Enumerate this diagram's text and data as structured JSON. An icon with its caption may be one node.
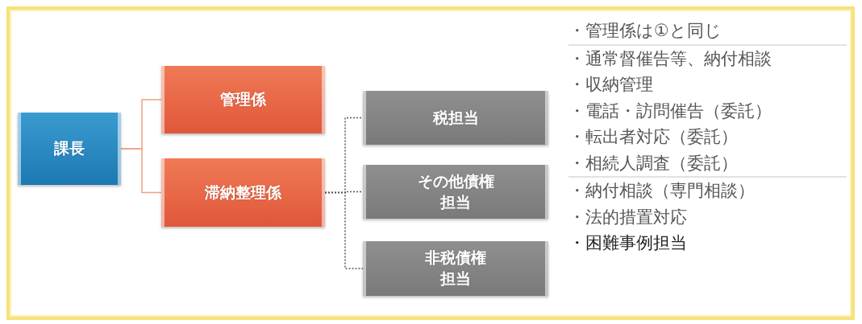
{
  "diagram": {
    "nodes": [
      {
        "text": [
          "課長"
        ]
      },
      {
        "text": [
          "管理係"
        ]
      },
      {
        "text": [
          "滞納整理係"
        ]
      },
      {
        "text": [
          "税担当"
        ]
      },
      {
        "text": [
          "その他債権担当"
        ]
      },
      {
        "text": [
          "非税債権担当"
        ]
      }
    ],
    "edges": [
      {
        "from": 0,
        "to": 1,
        "arrow": "none",
        "color": "#f0a080"
      },
      {
        "from": 0,
        "to": 2,
        "arrow": "none",
        "color": "#f0a080"
      },
      {
        "from": 2,
        "to": 3,
        "arrow": "none",
        "style": "dashed"
      },
      {
        "from": 2,
        "to": 4,
        "arrow": "none",
        "style": "dashed"
      },
      {
        "from": 2,
        "to": 5,
        "arrow": "none",
        "style": "dashed"
      }
    ],
    "labels": [
      "・管理係は①と同じ",
      "・通常督催告等、納付相談",
      "・収納管理",
      "・電話・訪問催告（委託）",
      "・転出者対応（委託）",
      "・相続人調査（委託）",
      "・納付相談（専門相談）",
      "・法的措置対応",
      "・困難事例担当"
    ]
  }
}
